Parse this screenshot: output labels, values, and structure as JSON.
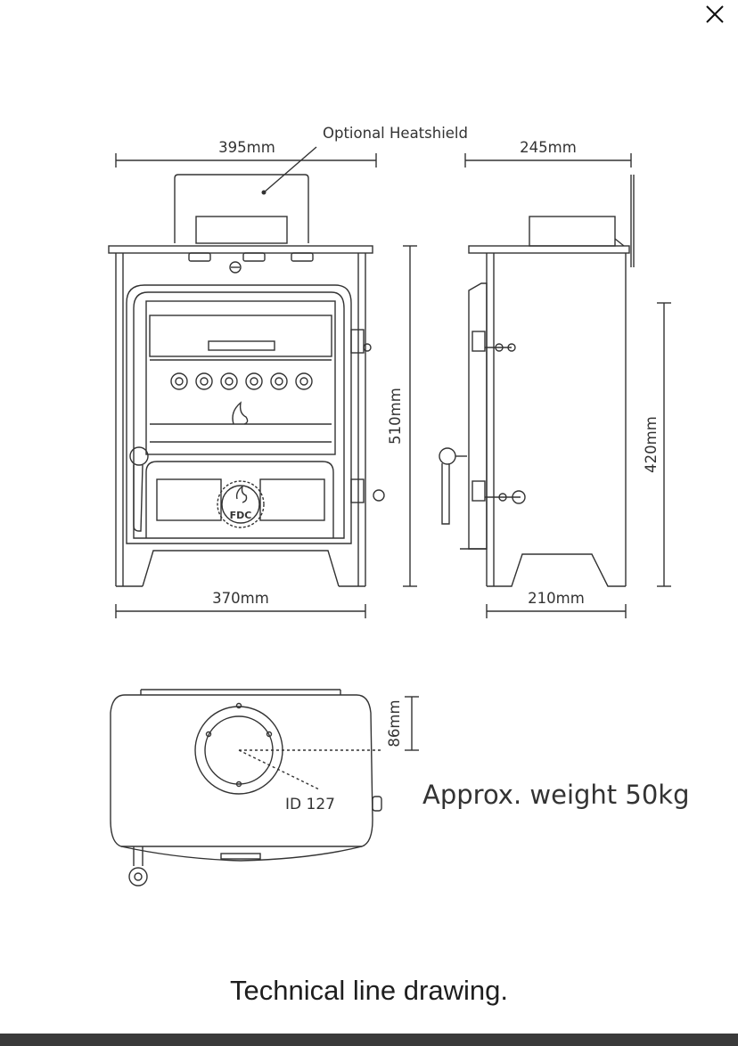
{
  "toolbar": {
    "close_icon": "close-icon"
  },
  "drawing": {
    "heatshield_label": "Optional Heatshield",
    "front_top_width": "395mm",
    "side_top_depth": "245mm",
    "front_height": "510mm",
    "side_height": "420mm",
    "front_base_width": "370mm",
    "side_base_depth": "210mm",
    "flue_offset": "86mm",
    "flue_diameter": "ID 127",
    "weight": "Approx. weight 50kg",
    "logo_text": "FDC"
  },
  "caption": "Technical line drawing."
}
